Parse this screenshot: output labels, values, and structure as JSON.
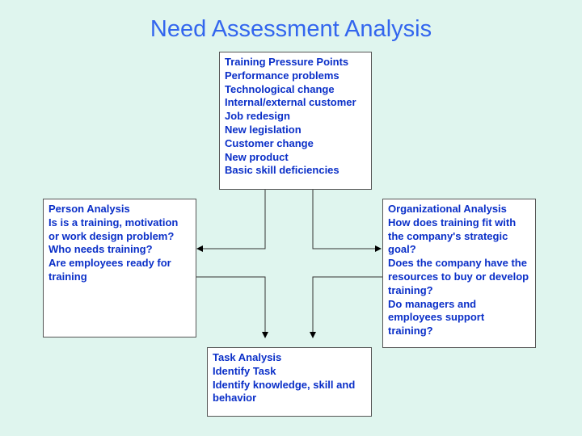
{
  "title": "Need Assessment Analysis",
  "top_box": [
    "Training Pressure Points",
    "Performance problems",
    "Technological change",
    "Internal/external customer",
    "Job redesign",
    "New legislation",
    "Customer change",
    "New product",
    "Basic skill deficiencies"
  ],
  "left_box": [
    "Person Analysis",
    "Is is a training, motivation or work design problem?",
    "Who needs training?",
    "Are employees ready for training"
  ],
  "right_box": [
    "Organizational Analysis",
    "How does training fit with the company's strategic goal?",
    "Does the company have the resources to buy or develop training?",
    "Do managers and employees support training?"
  ],
  "bottom_box": [
    "Task Analysis",
    "Identify Task",
    "Identify knowledge, skill and behavior"
  ]
}
